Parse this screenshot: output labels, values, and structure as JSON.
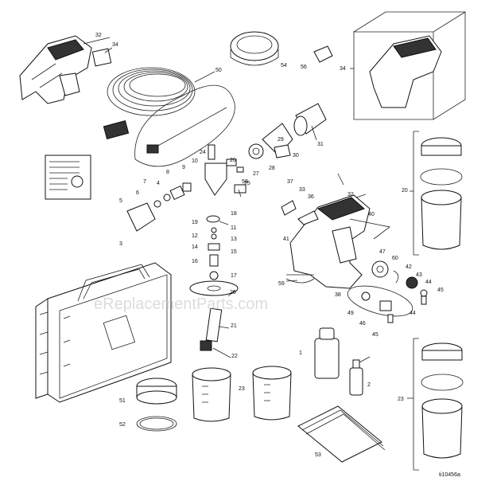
{
  "diagram": {
    "watermark": "eReplacementParts.com",
    "drawing_code": "ti10456a",
    "labels": {
      "l1": "1",
      "l2": "2",
      "l3": "3",
      "l4": "4",
      "l5": "5",
      "l6": "6",
      "l7": "7",
      "l8": "8",
      "l9": "9",
      "l10": "10",
      "l11": "11",
      "l12": "12",
      "l13": "13",
      "l14": "14",
      "l15": "15",
      "l16": "16",
      "l17": "17",
      "l18": "18",
      "l19": "19",
      "l20": "20",
      "l20b": "20",
      "l21": "21",
      "l22": "22",
      "l23": "23",
      "l23b": "23",
      "l24": "24",
      "l25": "25",
      "l26": "26",
      "l27": "27",
      "l28": "28",
      "l29": "29",
      "l30": "30",
      "l31": "31",
      "l32": "32",
      "l33": "33",
      "l34": "34",
      "l34b": "34",
      "l36": "36",
      "l37": "37",
      "l38": "38",
      "l40": "40",
      "l41": "41",
      "l42": "42",
      "l43": "43",
      "l44": "44",
      "l45": "45",
      "l46": "46",
      "l47": "47",
      "l49": "49",
      "l50": "50",
      "l51": "51",
      "l52": "52",
      "l53": "53",
      "l54": "54",
      "l56": "56",
      "l58": "58",
      "l59": "59",
      "l60": "60"
    }
  }
}
